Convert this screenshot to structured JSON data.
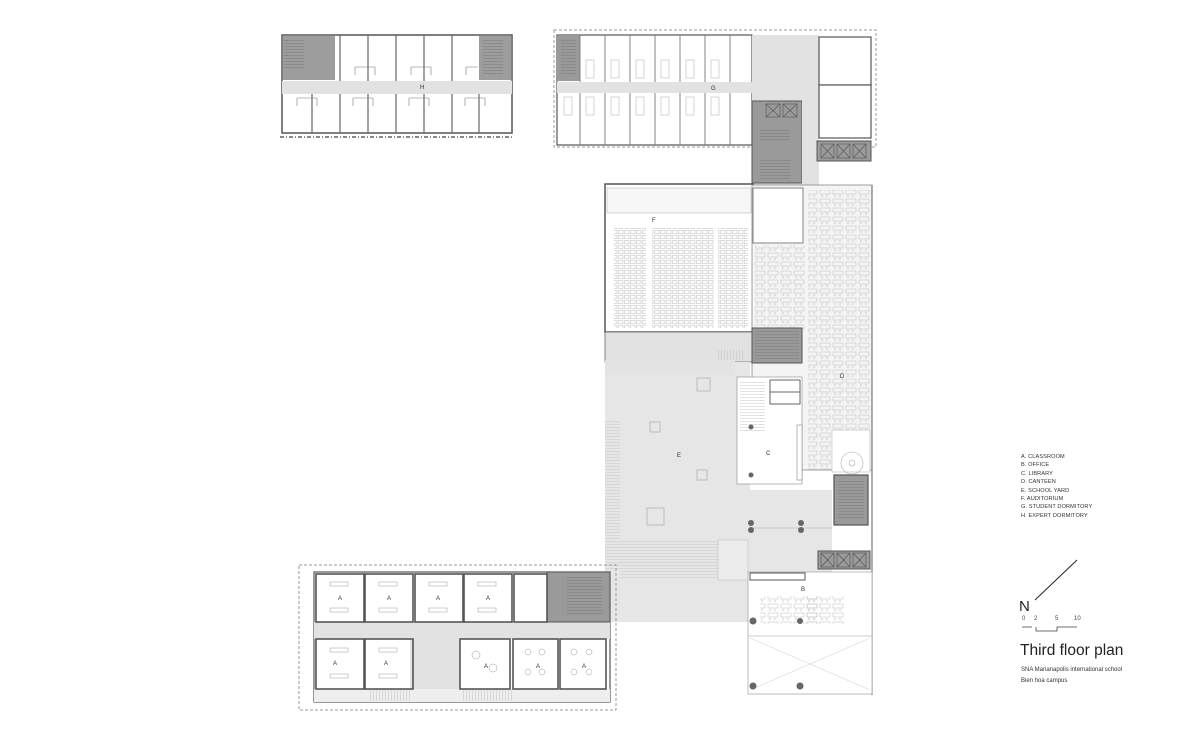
{
  "drawing": {
    "title": "Third floor plan",
    "project": "SNA Marianapolis international school",
    "campus": "Bien hoa campus",
    "north_label": "N",
    "scale_ticks": [
      "0",
      "2",
      "5",
      "10"
    ]
  },
  "legend": {
    "items": [
      {
        "key": "A",
        "label": "A. CLASSROOM"
      },
      {
        "key": "B",
        "label": "B. OFFICE"
      },
      {
        "key": "C",
        "label": "C. LIBRARY"
      },
      {
        "key": "D",
        "label": "D. CANTEEN"
      },
      {
        "key": "E",
        "label": "E. SCHOOL YARD"
      },
      {
        "key": "F",
        "label": "F. AUDITORIUM"
      },
      {
        "key": "G",
        "label": "G. STUDENT DORMITORY"
      },
      {
        "key": "H",
        "label": "H. EXPERT DORMITORY"
      }
    ]
  },
  "rooms": {
    "H": "H",
    "G": "G",
    "F": "F",
    "D": "D",
    "E": "E",
    "C": "C",
    "B": "B",
    "A": "A"
  },
  "colors": {
    "wall": "#555555",
    "circulation": "#e2e2e2",
    "core": "#9a9a9a",
    "yard": "#e6e6e6",
    "line": "#9e9e9e"
  }
}
